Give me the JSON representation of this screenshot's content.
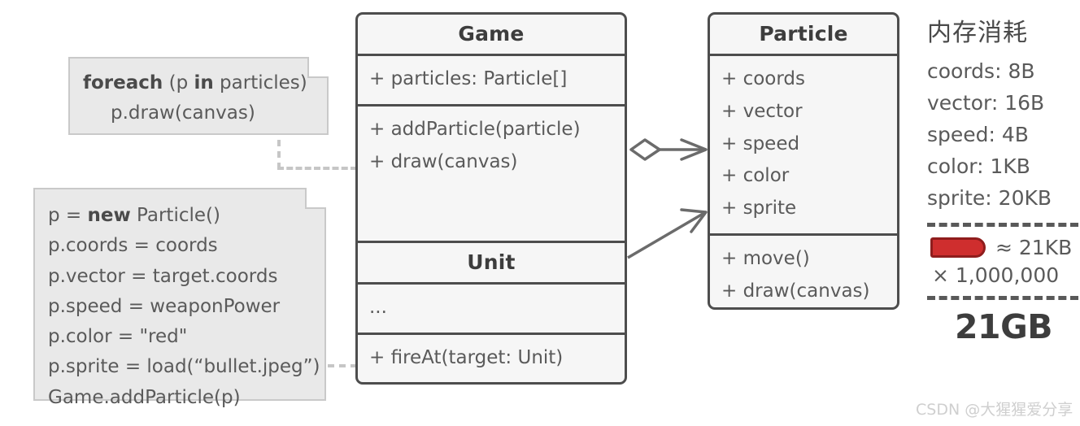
{
  "diagram": {
    "classes": [
      {
        "name": "Game",
        "attributes": [
          "+ particles: Particle[]"
        ],
        "methods": [
          "+ addParticle(particle)",
          "+ draw(canvas)"
        ]
      },
      {
        "name": "Unit",
        "attributes": [
          "..."
        ],
        "methods": [
          "+ fireAt(target: Unit)"
        ]
      },
      {
        "name": "Particle",
        "attributes": [
          "+ coords",
          "+ vector",
          "+ speed",
          "+ color",
          "+ sprite"
        ],
        "methods": [
          "+ move()",
          "+ draw(canvas)"
        ]
      }
    ],
    "notes": {
      "foreach": {
        "line1_keyword": "foreach",
        "line1_rest_a": " (p ",
        "line1_keyword2": "in",
        "line1_rest_b": " particles)",
        "line2": "p.draw(canvas)"
      },
      "code": {
        "line1_a": "p = ",
        "line1_keyword": "new",
        "line1_b": " Particle()",
        "lines": [
          "p.coords = coords",
          "p.vector = target.coords",
          "p.speed = weaponPower",
          "p.color = \"red\"",
          "p.sprite = load(“bullet.jpeg”)",
          "Game.addParticle(p)"
        ]
      }
    },
    "relations": [
      {
        "from": "Game",
        "to": "Particle",
        "type": "aggregation-open-arrow"
      },
      {
        "from": "Unit",
        "to": "Particle",
        "type": "open-arrow"
      },
      {
        "from": "note-foreach",
        "to": "Game",
        "type": "dashed"
      },
      {
        "from": "note-code",
        "to": "Unit",
        "type": "dashed"
      }
    ]
  },
  "info_panel": {
    "title": "内存消耗",
    "memory_rows": [
      "coords: 8B",
      "vector: 16B",
      "speed: 4B",
      "color: 1KB",
      "sprite: 20KB"
    ],
    "bullet_approx": "≈ 21KB",
    "multiplier": "× 1,000,000",
    "total": "21GB"
  },
  "watermark": "CSDN @大猩猩爱分享",
  "colors": {
    "box_border": "#4d4d4d",
    "box_fill": "#f6f6f6",
    "note_fill": "#e9e9e9",
    "note_border": "#c9c9c9",
    "text": "#5a5a5a",
    "bullet_fill": "#cf2e2e",
    "bullet_border": "#8f1d1d",
    "watermark": "#cfcfcf"
  }
}
